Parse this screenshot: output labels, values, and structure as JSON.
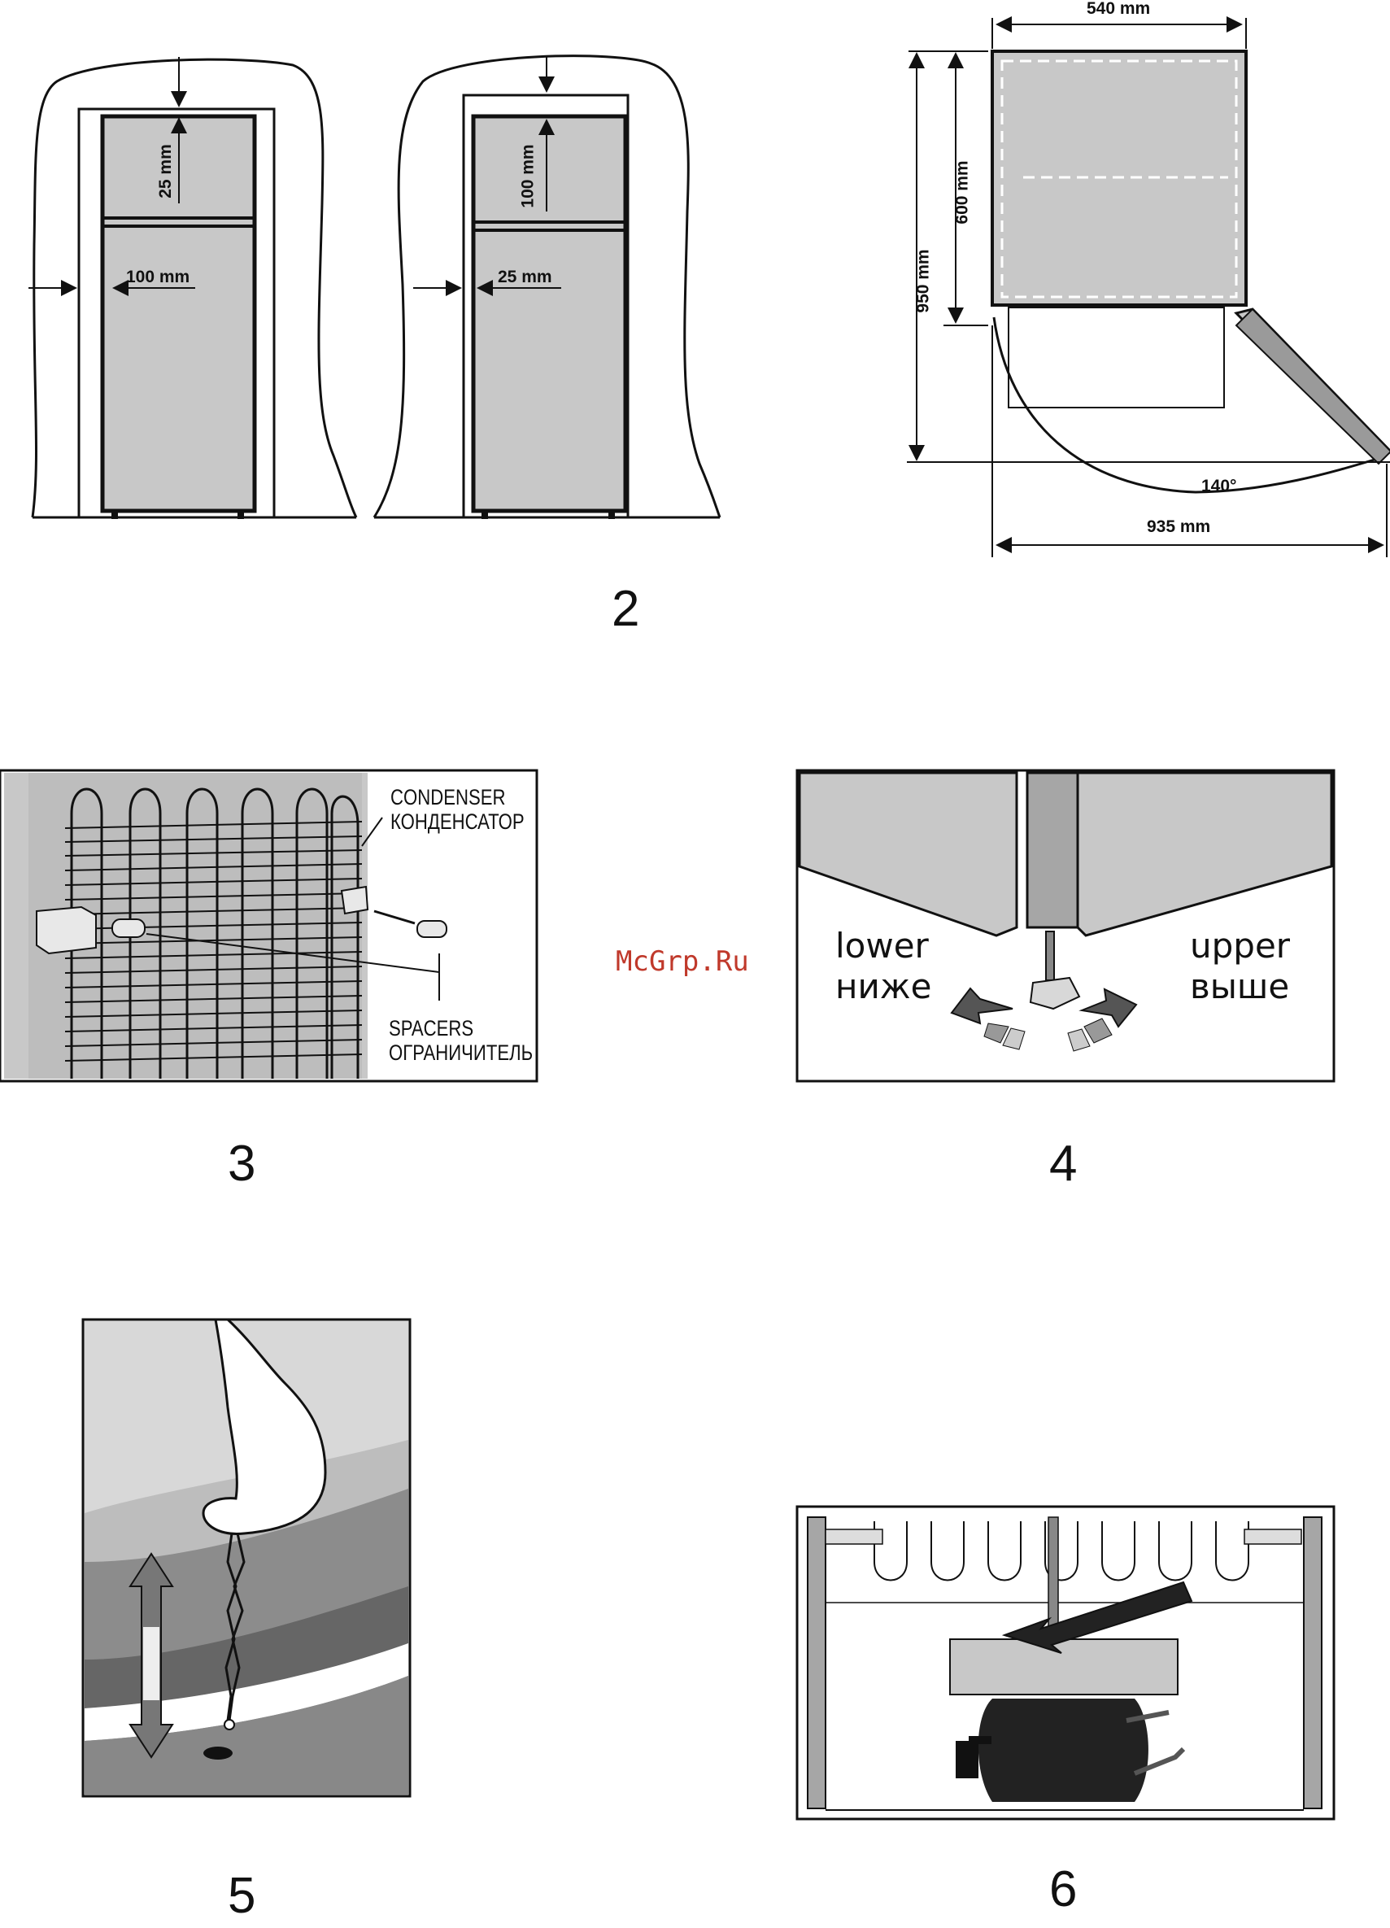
{
  "figures": {
    "fig2": {
      "number": "2",
      "left_unit": {
        "top_gap": "25 mm",
        "side_gap": "100 mm"
      },
      "right_unit": {
        "top_gap": "100 mm",
        "side_gap": "25 mm"
      },
      "dimensions": {
        "width": "540 mm",
        "height": "950 mm",
        "depth": "600 mm",
        "angle": "140°",
        "total_depth": "935 mm"
      }
    },
    "fig3": {
      "number": "3",
      "condenser_en": "CONDENSER",
      "condenser_ru": "КОНДЕНСАТОР",
      "spacers_en": "SPACERS",
      "spacers_ru": "ОГРАНИЧИТЕЛЬ"
    },
    "fig4": {
      "number": "4",
      "lower_en": "lower",
      "lower_ru": "ниже",
      "upper_en": "upper",
      "upper_ru": "выше"
    },
    "fig5": {
      "number": "5"
    },
    "fig6": {
      "number": "6"
    }
  },
  "watermark": "McGrp.Ru",
  "icons": [
    "hand-icon",
    "adjustable-foot-icon",
    "compressor-icon",
    "condenser-coil-icon"
  ]
}
